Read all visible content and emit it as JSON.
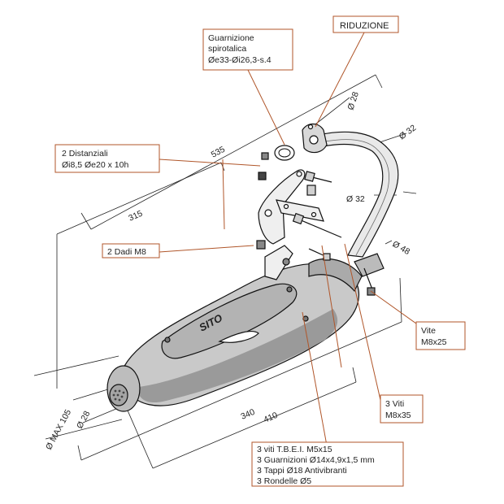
{
  "colors": {
    "leader": "#b0562a",
    "ink": "#222222",
    "body_fill": "#c9c9c9",
    "body_dark": "#8f8f8f"
  },
  "labels": {
    "riduzione": "RIDUZIONE",
    "guarnizione_1": "Guarnizione",
    "guarnizione_2": "spirotalica",
    "guarnizione_3": "Øe33-Øi26,3-s.4",
    "distanziali_1": "2 Distanziali",
    "distanziali_2": "Øi8,5  Øe20 x 10h",
    "dadi": "2 Dadi M8",
    "vite_1": "Vite",
    "vite_2": "M8x25",
    "viti3_1": "3 Viti",
    "viti3_2": "M8x35",
    "kit_1": "3 viti T.B.E.I. M5x15",
    "kit_2": "3 Guarnizioni Ø14x4,9x1,5 mm",
    "kit_3": "3 Tappi Ø18 Antivibranti",
    "kit_4": "3 Rondelle Ø5"
  },
  "dimensions": {
    "d535": "535",
    "d315": "315",
    "d340": "340",
    "d410": "410",
    "dia28_top": "Ø 28",
    "dia32_top": "Ø 32",
    "dia32_mid": "Ø 32",
    "dia48": "Ø 48",
    "dia28_outlet": "Ø 28",
    "diamax105": "Ø  MAX 105"
  },
  "brand": "SITO"
}
